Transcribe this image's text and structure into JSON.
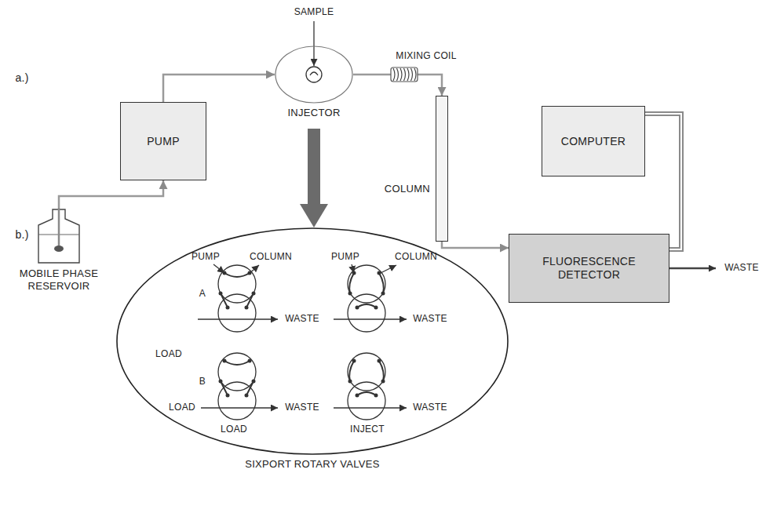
{
  "diagram": {
    "nodes": [
      {
        "text": [
          "MOBILE PHASE RESERVOIR"
        ]
      },
      {
        "text": [
          "PUMP"
        ]
      },
      {
        "text": [
          "INJECTOR"
        ]
      },
      {
        "text": [
          "COLUMN"
        ]
      },
      {
        "text": [
          "COMPUTER"
        ]
      },
      {
        "text": [
          "FLUORESCENCE DETECTOR"
        ]
      },
      {
        "text": [
          "SIXPORT ROTARY VALVES"
        ]
      }
    ],
    "edges": [
      {
        "from": 0,
        "to": 1,
        "arrow": "to"
      },
      {
        "from": 1,
        "to": 2,
        "arrow": "to"
      },
      {
        "from": 2,
        "to": 3,
        "arrow": "to"
      },
      {
        "from": 3,
        "to": 5,
        "arrow": "to"
      },
      {
        "from": 4,
        "to": 5,
        "arrow": "none"
      },
      {
        "from": 2,
        "to": 6,
        "arrow": "to"
      }
    ],
    "labels": [
      "a.)",
      "b.)",
      "SAMPLE",
      "MIXING COIL",
      "WASTE",
      "PUMP",
      "COLUMN",
      "A",
      "LOAD",
      "WASTE",
      "B",
      "LOAD",
      "WASTE",
      "LOAD",
      "PUMP",
      "COLUMN",
      "WASTE",
      "WASTE",
      "INJECT"
    ]
  }
}
